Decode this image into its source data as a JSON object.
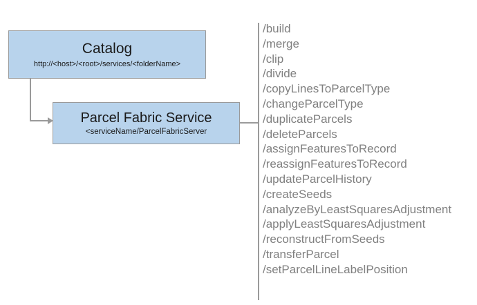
{
  "diagram": {
    "type": "architecture-flow",
    "nodes": [
      {
        "id": "catalog",
        "title": "Catalog",
        "subtitle": "http://<host>/<root>/services/<folderName>"
      },
      {
        "id": "parcel-fabric-service",
        "title": "Parcel Fabric Service",
        "subtitle": "<serviceName/ParcelFabricServer"
      }
    ],
    "operations": [
      "/build",
      "/merge",
      "/clip",
      "/divide",
      "/copyLinesToParcelType",
      "/changeParcelType",
      "/duplicateParcels",
      "/deleteParcels",
      "/assignFeaturesToRecord",
      "/reassignFeaturesToRecord",
      "/updateParcelHistory",
      "/createSeeds",
      "/analyzeByLeastSquaresAdjustment",
      "/applyLeastSquaresAdjustment",
      "/reconstructFromSeeds",
      "/transferParcel",
      "/setParcelLineLabelPosition"
    ]
  },
  "colors": {
    "box_fill": "#b8d3ec",
    "box_border": "#9a9a9a",
    "connector": "#9a9a9a",
    "operation_text": "#808080",
    "node_text": "#1a1a1a",
    "background": "#ffffff"
  }
}
